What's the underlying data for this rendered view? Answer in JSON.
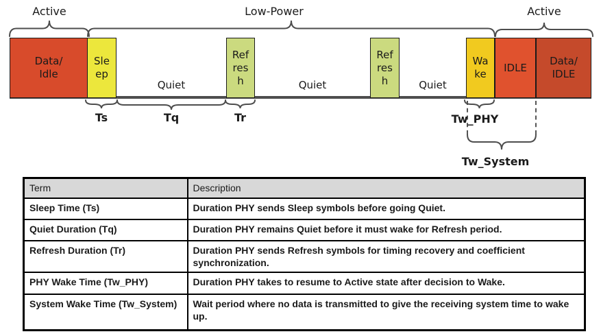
{
  "diagram": {
    "phases": {
      "active_left": "Active",
      "low_power": "Low-Power",
      "active_right": "Active"
    },
    "blocks": {
      "data_idle_left": "Data/\nIdle",
      "sleep": "Sle\nep",
      "refresh1": "Ref\nres\nh",
      "refresh2": "Ref\nres\nh",
      "wake": "Wa\nke",
      "idle": "IDLE",
      "data_idle_right": "Data/\nIDLE"
    },
    "quiet_labels": [
      "Quiet",
      "Quiet",
      "Quiet"
    ],
    "timing_labels": {
      "ts": "Ts",
      "tq": "Tq",
      "tr": "Tr",
      "tw_phy": "Tw_PHY",
      "tw_system": "Tw_System"
    },
    "colors": {
      "data_idle_left": "#d84b2b",
      "sleep": "#ece73c",
      "refresh": "#cbda7f",
      "wake": "#f1ca1f",
      "idle": "#e0522e",
      "data_idle_right": "#c54a2b",
      "baseline": "#4d4d4d",
      "brace": "#4d4d4d"
    }
  },
  "table": {
    "headers": [
      "Term",
      "Description"
    ],
    "rows": [
      {
        "term": "Sleep Time (Ts)",
        "description": "Duration PHY sends Sleep symbols before going Quiet."
      },
      {
        "term": "Quiet Duration (Tq)",
        "description": "Duration PHY remains Quiet before it must wake for Refresh period."
      },
      {
        "term": "Refresh Duration (Tr)",
        "description": "Duration PHY sends Refresh symbols for timing recovery and coefficient synchronization."
      },
      {
        "term": "PHY Wake Time (Tw_PHY)",
        "description": "Duration PHY takes to resume to Active state after decision to Wake."
      },
      {
        "term": "System Wake Time (Tw_System)",
        "description": "Wait period where no data is transmitted to give the receiving system time to wake up."
      }
    ]
  }
}
